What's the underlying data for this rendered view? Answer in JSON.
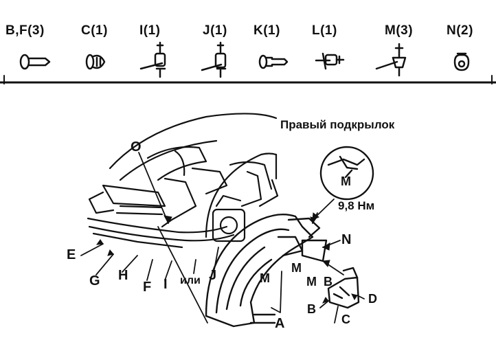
{
  "fastener_table": {
    "columns": [
      {
        "label": "B,F(3)",
        "icon": "screw-icon"
      },
      {
        "label": "C(1)",
        "icon": "clip-icon"
      },
      {
        "label": "I(1)",
        "icon": "push-rivet-icon"
      },
      {
        "label": "J(1)",
        "icon": "push-rivet-icon"
      },
      {
        "label": "K(1)",
        "icon": "screw-icon"
      },
      {
        "label": "L(1)",
        "icon": "clip-icon"
      },
      {
        "label": "M(3)",
        "icon": "push-rivet-icon"
      },
      {
        "label": "N(2)",
        "icon": "nut-clip-icon"
      }
    ]
  },
  "diagram": {
    "caption": "Правый подкрылок",
    "torque": "9,8 Нм",
    "ili": "или",
    "labels": {
      "O": "O",
      "E": "E",
      "G": "G",
      "H": "H",
      "F": "F",
      "I": "I",
      "J": "J",
      "A": "A",
      "M1": "M",
      "M2": "M",
      "M3": "M",
      "M4": "M",
      "N": "N",
      "B1": "B",
      "B2": "B",
      "C": "C",
      "D": "D"
    }
  }
}
